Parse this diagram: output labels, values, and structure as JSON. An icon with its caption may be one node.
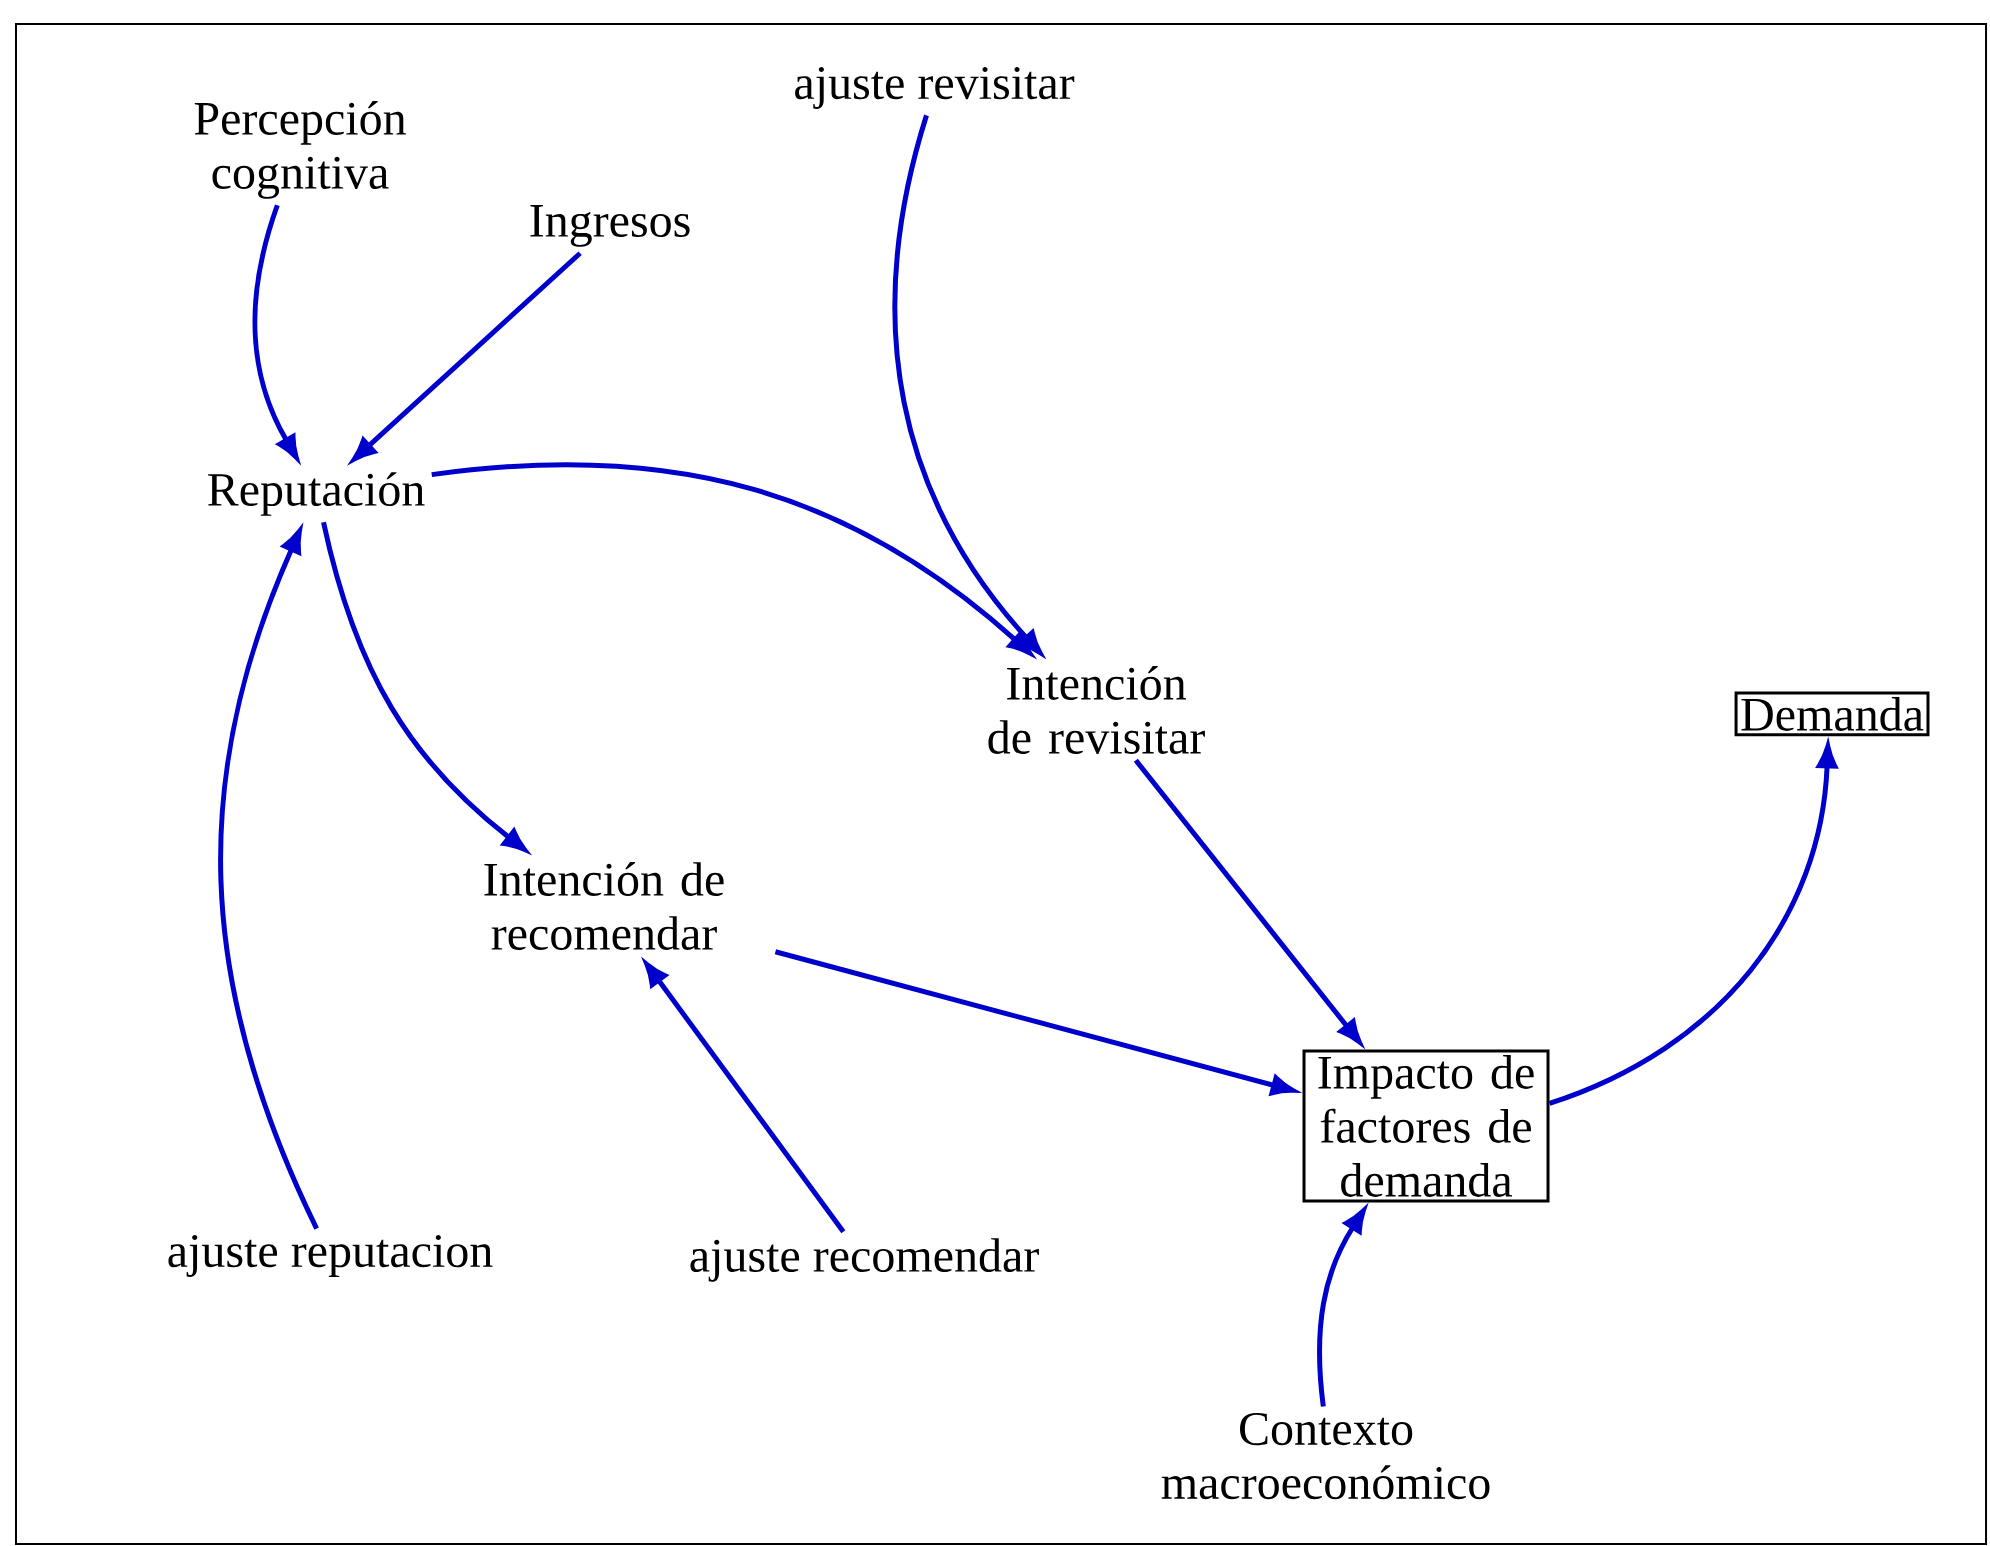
{
  "diagram": {
    "nodes": [
      {
        "text": [
          "Percepción cognitiva"
        ]
      },
      {
        "text": [
          "Ingresos"
        ]
      },
      {
        "text": [
          "ajuste revisitar"
        ]
      },
      {
        "text": [
          "Reputación"
        ]
      },
      {
        "text": [
          "Intención de revisitar"
        ]
      },
      {
        "text": [
          "Demanda"
        ]
      },
      {
        "text": [
          "Intención de recomendar"
        ]
      },
      {
        "text": [
          "ajuste reputacion"
        ]
      },
      {
        "text": [
          "ajuste recomendar"
        ]
      },
      {
        "text": [
          "Impacto de factores de demanda"
        ]
      },
      {
        "text": [
          "Contexto macroeconómico"
        ]
      }
    ],
    "edges": [
      {
        "from": 0,
        "to": 3,
        "arrow": "to"
      },
      {
        "from": 1,
        "to": 3,
        "arrow": "to"
      },
      {
        "from": 2,
        "to": 4,
        "arrow": "to"
      },
      {
        "from": 3,
        "to": 4,
        "arrow": "to"
      },
      {
        "from": 3,
        "to": 6,
        "arrow": "to"
      },
      {
        "from": 7,
        "to": 3,
        "arrow": "to"
      },
      {
        "from": 4,
        "to": 9,
        "arrow": "to"
      },
      {
        "from": 6,
        "to": 9,
        "arrow": "to"
      },
      {
        "from": 8,
        "to": 6,
        "arrow": "to"
      },
      {
        "from": 9,
        "to": 5,
        "arrow": "to"
      },
      {
        "from": 10,
        "to": 9,
        "arrow": "to"
      }
    ]
  }
}
